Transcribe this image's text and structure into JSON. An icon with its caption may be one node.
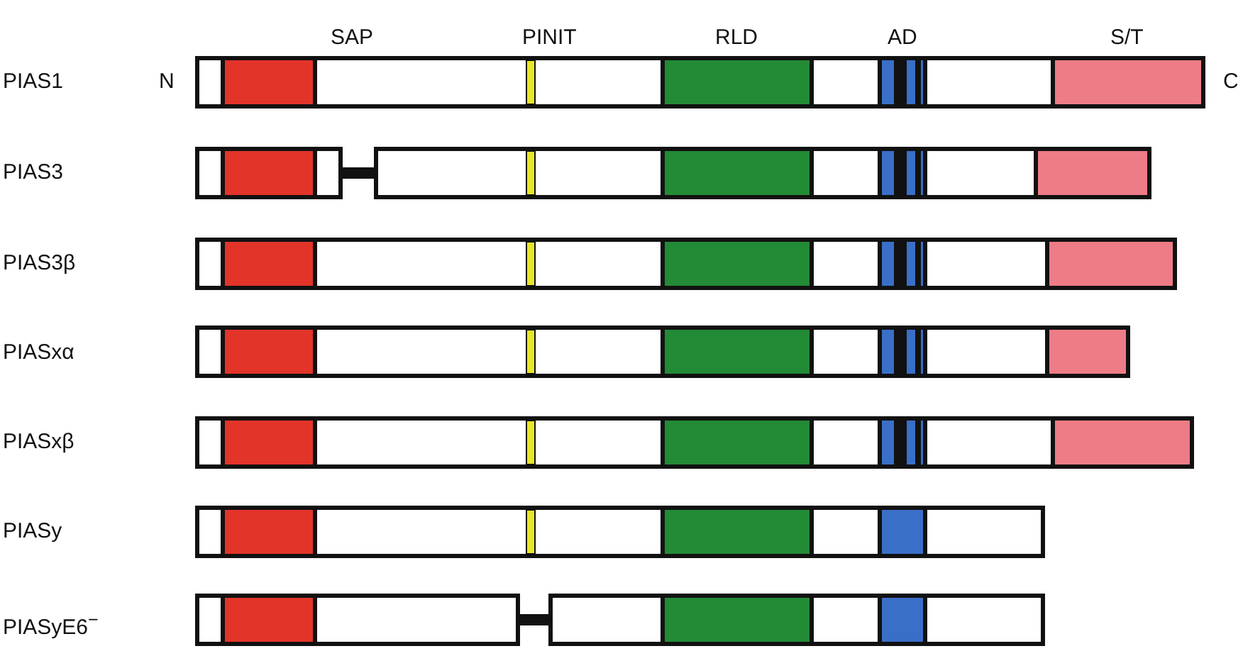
{
  "diagram": {
    "labels": [
      "SAP",
      "PINIT",
      "RLD",
      "AD",
      "S/T",
      "PIAS1",
      "N",
      "C",
      "PIAS3",
      "PIAS3β",
      "PIASxα",
      "PIASxβ",
      "PIASy",
      "PIASyE6$^{−}$"
    ]
  }
}
